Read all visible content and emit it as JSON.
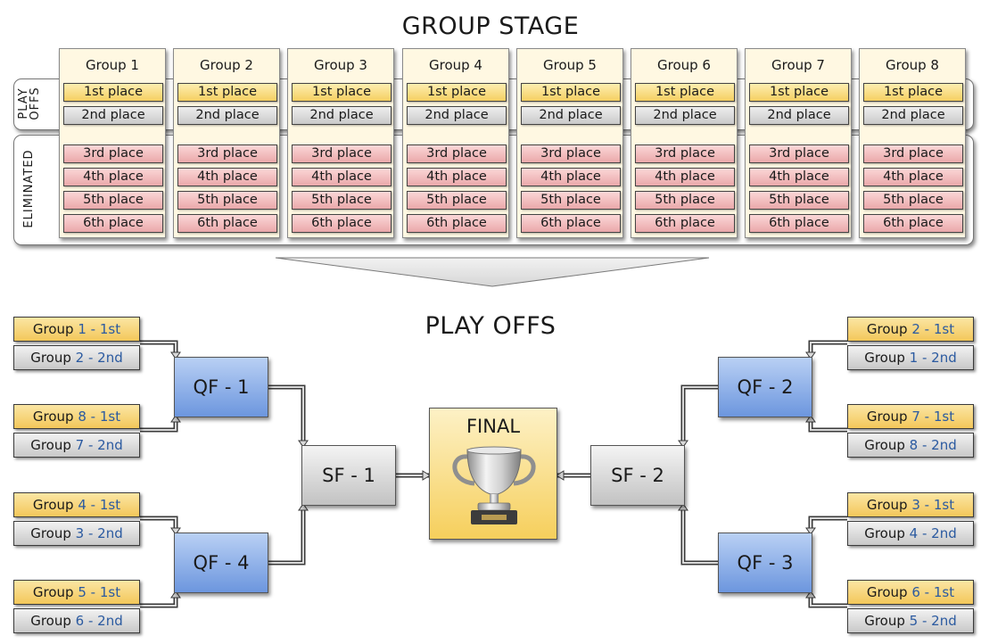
{
  "titles": {
    "group_stage": "GROUP STAGE",
    "play_offs": "PLAY OFFS"
  },
  "bands": {
    "playoffs_label": "PLAY OFFS",
    "eliminated_label": "ELIMINATED"
  },
  "groups": [
    {
      "name": "Group 1",
      "places": [
        "1st place",
        "2nd place",
        "3rd place",
        "4th place",
        "5th place",
        "6th place"
      ]
    },
    {
      "name": "Group 2",
      "places": [
        "1st place",
        "2nd place",
        "3rd place",
        "4th place",
        "5th place",
        "6th place"
      ]
    },
    {
      "name": "Group 3",
      "places": [
        "1st place",
        "2nd place",
        "3rd place",
        "4th place",
        "5th place",
        "6th place"
      ]
    },
    {
      "name": "Group 4",
      "places": [
        "1st place",
        "2nd place",
        "3rd place",
        "4th place",
        "5th place",
        "6th place"
      ]
    },
    {
      "name": "Group 5",
      "places": [
        "1st place",
        "2nd place",
        "3rd place",
        "4th place",
        "5th place",
        "6th place"
      ]
    },
    {
      "name": "Group 6",
      "places": [
        "1st place",
        "2nd place",
        "3rd place",
        "4th place",
        "5th place",
        "6th place"
      ]
    },
    {
      "name": "Group 7",
      "places": [
        "1st place",
        "2nd place",
        "3rd place",
        "4th place",
        "5th place",
        "6th place"
      ]
    },
    {
      "name": "Group 8",
      "places": [
        "1st place",
        "2nd place",
        "3rd place",
        "4th place",
        "5th place",
        "6th place"
      ]
    }
  ],
  "bracket": {
    "left": [
      {
        "qf": "QF - 1",
        "teams": [
          {
            "word": "Group",
            "num": "1",
            "rank": "- 1st"
          },
          {
            "word": "Group",
            "num": "2",
            "rank": "- 2nd"
          },
          {
            "word": "Group",
            "num": "8",
            "rank": "- 1st"
          },
          {
            "word": "Group",
            "num": "7",
            "rank": "- 2nd"
          }
        ]
      },
      {
        "qf": "QF - 4",
        "teams": [
          {
            "word": "Group",
            "num": "4",
            "rank": "- 1st"
          },
          {
            "word": "Group",
            "num": "3",
            "rank": "- 2nd"
          },
          {
            "word": "Group",
            "num": "5",
            "rank": "- 1st"
          },
          {
            "word": "Group",
            "num": "6",
            "rank": "- 2nd"
          }
        ]
      }
    ],
    "right": [
      {
        "qf": "QF - 2",
        "teams": [
          {
            "word": "Group",
            "num": "2",
            "rank": "- 1st"
          },
          {
            "word": "Group",
            "num": "1",
            "rank": "- 2nd"
          },
          {
            "word": "Group",
            "num": "7",
            "rank": "- 1st"
          },
          {
            "word": "Group",
            "num": "8",
            "rank": "- 2nd"
          }
        ]
      },
      {
        "qf": "QF - 3",
        "teams": [
          {
            "word": "Group",
            "num": "3",
            "rank": "- 1st"
          },
          {
            "word": "Group",
            "num": "4",
            "rank": "- 2nd"
          },
          {
            "word": "Group",
            "num": "6",
            "rank": "- 1st"
          },
          {
            "word": "Group",
            "num": "5",
            "rank": "- 2nd"
          }
        ]
      }
    ],
    "sf_left": "SF - 1",
    "sf_right": "SF - 2",
    "final": "FINAL"
  },
  "colors": {
    "first_place": "#f5cf62",
    "second_place": "#c9c9c9",
    "eliminated": "#eaa8aa",
    "quarterfinal": "#6c96de",
    "group_number": "#2b5aa0"
  },
  "icons": {
    "final": "trophy-icon"
  }
}
